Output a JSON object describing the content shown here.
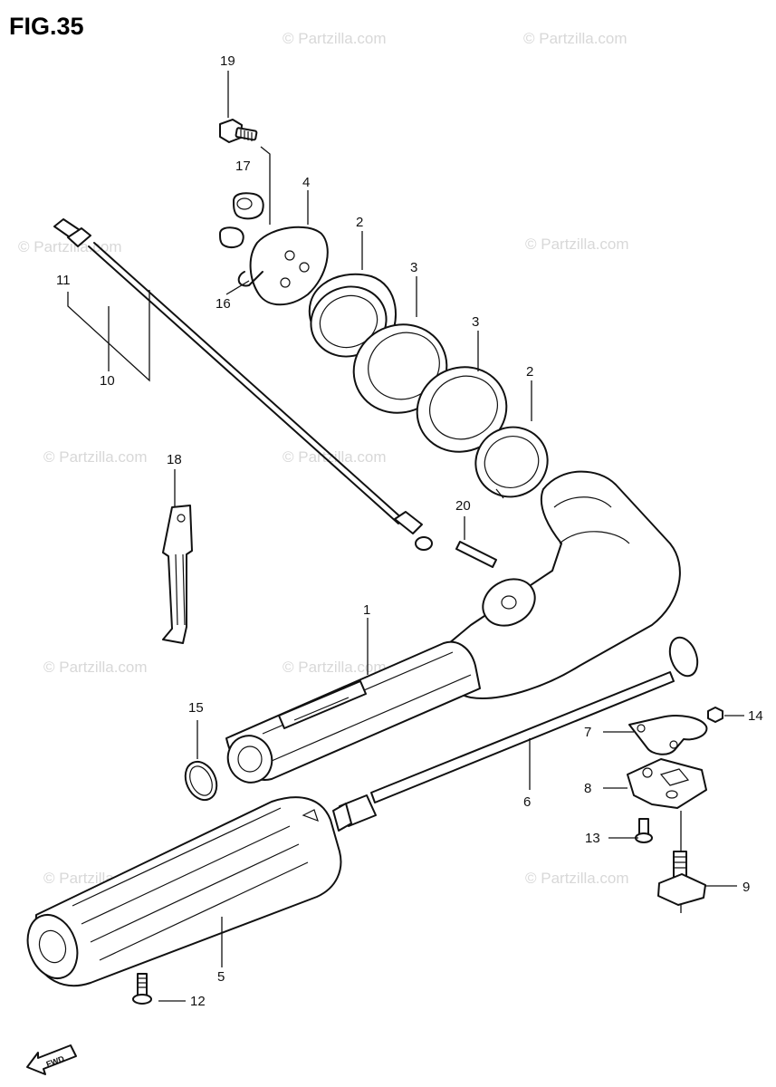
{
  "figure": {
    "title": "FIG.35"
  },
  "watermark": {
    "text": "© Partzilla.com"
  },
  "callouts": [
    {
      "id": "c1",
      "label": "1"
    },
    {
      "id": "c2a",
      "label": "2"
    },
    {
      "id": "c2b",
      "label": "2"
    },
    {
      "id": "c3a",
      "label": "3"
    },
    {
      "id": "c3b",
      "label": "3"
    },
    {
      "id": "c4",
      "label": "4"
    },
    {
      "id": "c5",
      "label": "5"
    },
    {
      "id": "c6",
      "label": "6"
    },
    {
      "id": "c7",
      "label": "7"
    },
    {
      "id": "c8",
      "label": "8"
    },
    {
      "id": "c9",
      "label": "9"
    },
    {
      "id": "c10",
      "label": "10"
    },
    {
      "id": "c11",
      "label": "11"
    },
    {
      "id": "c12",
      "label": "12"
    },
    {
      "id": "c13",
      "label": "13"
    },
    {
      "id": "c14",
      "label": "14"
    },
    {
      "id": "c15",
      "label": "15"
    },
    {
      "id": "c16",
      "label": "16"
    },
    {
      "id": "c17",
      "label": "17"
    },
    {
      "id": "c18",
      "label": "18"
    },
    {
      "id": "c19",
      "label": "19"
    },
    {
      "id": "c20",
      "label": "20"
    }
  ],
  "fwd_indicator": {
    "text": "FWD",
    "icon": "fwd-arrow-icon"
  }
}
